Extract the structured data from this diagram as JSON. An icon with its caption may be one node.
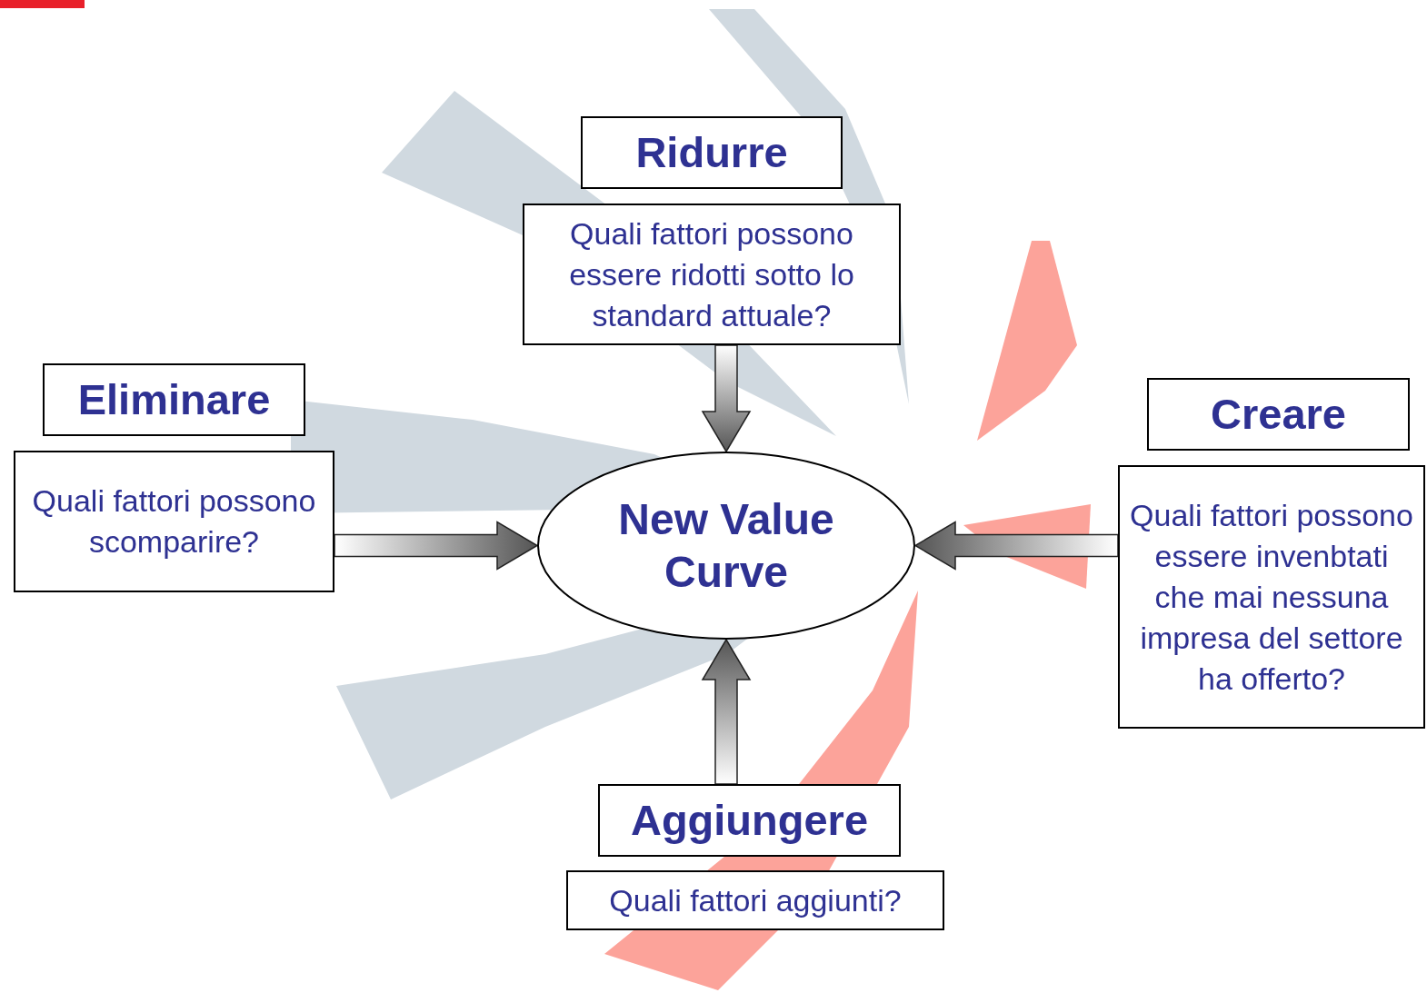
{
  "diagram": {
    "nodes": [
      {
        "text": [
          "Ridurre"
        ]
      },
      {
        "text": [
          "Quali fattori possono essere ridotti sotto lo standard attuale?"
        ]
      },
      {
        "text": [
          "Eliminare"
        ]
      },
      {
        "text": [
          "Quali fattori possono scomparire?"
        ]
      },
      {
        "text": [
          "New Value Curve"
        ]
      },
      {
        "text": [
          "Creare"
        ]
      },
      {
        "text": [
          "Quali fattori possono essere invenbtati che mai nessuna impresa del settore ha offerto?"
        ]
      },
      {
        "text": [
          "Aggiungere"
        ]
      },
      {
        "text": [
          "Quali fattori aggiunti?"
        ]
      }
    ],
    "edges": [
      {
        "from": 1,
        "to": 4,
        "arrow": "to"
      },
      {
        "from": 3,
        "to": 4,
        "arrow": "to"
      },
      {
        "from": 6,
        "to": 4,
        "arrow": "to"
      },
      {
        "from": 7,
        "to": 4,
        "arrow": "to"
      }
    ]
  }
}
